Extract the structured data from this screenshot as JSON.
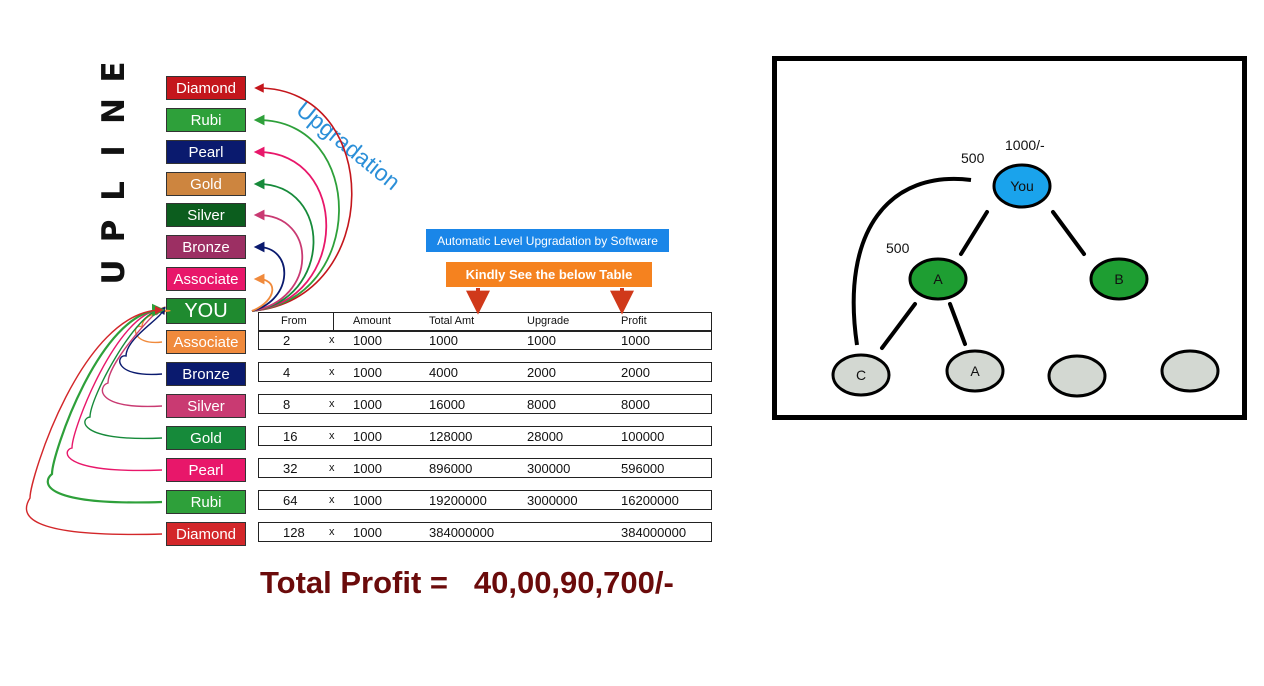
{
  "upline_letters": [
    "U",
    "P",
    "L",
    "I",
    "N",
    "E"
  ],
  "upgradation_label": "Upgradation",
  "you_label": "YOU",
  "upline_levels": [
    {
      "label": "Diamond",
      "color": "#c4161c"
    },
    {
      "label": "Rubi",
      "color": "#2ea03a"
    },
    {
      "label": "Pearl",
      "color": "#0a1a6e"
    },
    {
      "label": "Gold",
      "color": "#cd853f"
    },
    {
      "label": "Silver",
      "color": "#0c5d1e"
    },
    {
      "label": "Bronze",
      "color": "#9c2f63"
    },
    {
      "label": "Associate",
      "color": "#e8176a"
    }
  ],
  "downline_levels": [
    {
      "label": "Associate",
      "color": "#f08a3c"
    },
    {
      "label": "Bronze",
      "color": "#0a1a6e"
    },
    {
      "label": "Silver",
      "color": "#c93a72"
    },
    {
      "label": "Gold",
      "color": "#168a3a"
    },
    {
      "label": "Pearl",
      "color": "#e8176a"
    },
    {
      "label": "Rubi",
      "color": "#2ea03a"
    },
    {
      "label": "Diamond",
      "color": "#d3272a"
    }
  ],
  "banners": {
    "auto": "Automatic Level Upgradation by Software",
    "auto_color": "#1a86e8",
    "see_table": "Kindly See the below Table",
    "see_table_color": "#f5821f"
  },
  "table": {
    "headers": [
      "From",
      "Amount",
      "Total Amt",
      "Upgrade",
      "Profit"
    ],
    "rows": [
      {
        "from": "2",
        "x": "x",
        "amount": "1000",
        "total": "1000",
        "upgrade": "1000",
        "profit": "1000"
      },
      {
        "from": "4",
        "x": "x",
        "amount": "1000",
        "total": "4000",
        "upgrade": "2000",
        "profit": "2000"
      },
      {
        "from": "8",
        "x": "x",
        "amount": "1000",
        "total": "16000",
        "upgrade": "8000",
        "profit": "8000"
      },
      {
        "from": "16",
        "x": "x",
        "amount": "1000",
        "total": "128000",
        "upgrade": "28000",
        "profit": "100000"
      },
      {
        "from": "32",
        "x": "x",
        "amount": "1000",
        "total": "896000",
        "upgrade": "300000",
        "profit": "596000"
      },
      {
        "from": "64",
        "x": "x",
        "amount": "1000",
        "total": "19200000",
        "upgrade": "3000000",
        "profit": "16200000"
      },
      {
        "from": "128",
        "x": "x",
        "amount": "1000",
        "total": "384000000",
        "upgrade": "",
        "profit": "384000000"
      }
    ]
  },
  "total_profit": {
    "label": "Total Profit =",
    "value": "40,00,90,700/-"
  },
  "tree": {
    "you_amount": "1000/-",
    "edge_500_top": "500",
    "edge_500_left": "500",
    "nodes": [
      {
        "key": "you",
        "label": "You",
        "color": "#1aa3ec"
      },
      {
        "key": "a1",
        "label": "A",
        "color": "#1e9e32"
      },
      {
        "key": "b",
        "label": "B",
        "color": "#1e9e32"
      },
      {
        "key": "c",
        "label": "C",
        "color": "#d3d8d2"
      },
      {
        "key": "a2",
        "label": "A",
        "color": "#d3d8d2"
      },
      {
        "key": "e1",
        "label": "",
        "color": "#d3d8d2"
      },
      {
        "key": "e2",
        "label": "",
        "color": "#d3d8d2"
      }
    ]
  }
}
